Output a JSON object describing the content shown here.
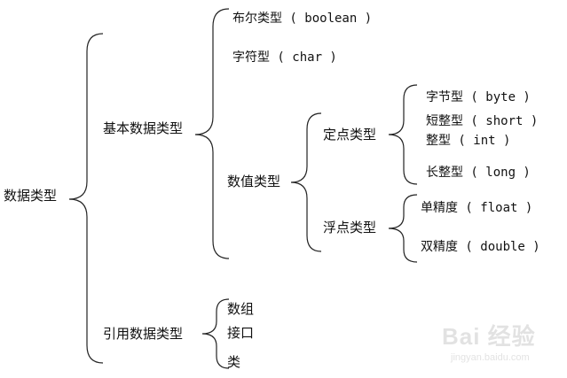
{
  "diagram": {
    "root": "数据类型",
    "basic": {
      "label": "基本数据类型",
      "boolean": "布尔类型 ( boolean )",
      "char": "字符型 ( char )",
      "numeric": {
        "label": "数值类型",
        "fixed": {
          "label": "定点类型",
          "byte": "字节型 ( byte )",
          "short": "短整型 ( short )",
          "int": "整型 ( int )",
          "long": "长整型 ( long )"
        },
        "floating": {
          "label": "浮点类型",
          "float": "单精度 ( float )",
          "double": "双精度 ( double )"
        }
      }
    },
    "reference": {
      "label": "引用数据类型",
      "array": "数组",
      "interface": "接口",
      "class": "类"
    }
  },
  "watermark": {
    "text": "Bai 经验",
    "sub": "jingyan.baidu.com"
  }
}
